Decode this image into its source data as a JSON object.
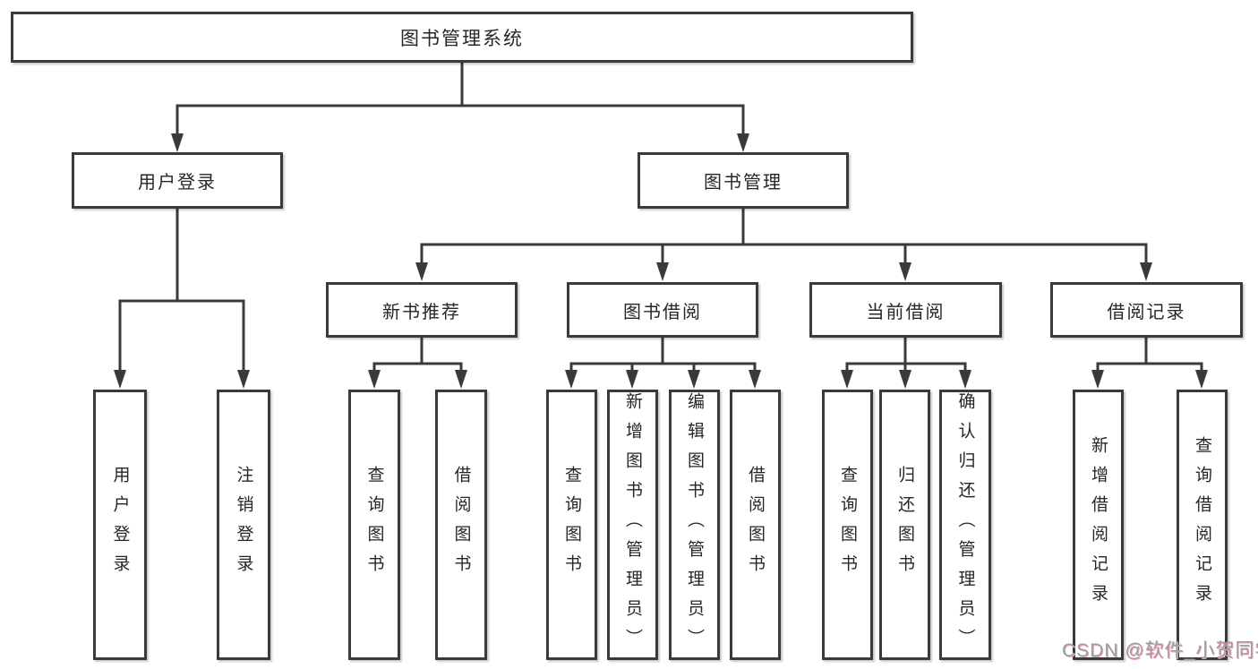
{
  "nodes": {
    "root": "图书管理系统",
    "level2": {
      "user_login": "用户登录",
      "book_mgmt": "图书管理"
    },
    "level3": {
      "new_book_rec": "新书推荐",
      "book_borrow": "图书借阅",
      "current_borrow": "当前借阅",
      "borrow_records": "借阅记录"
    },
    "leaves": {
      "user_login": "用户登录",
      "logout": "注销登录",
      "nb_query": "查询图书",
      "nb_borrow": "借阅图书",
      "bb_query": "查询图书",
      "bb_add": "新增图书（管理员）",
      "bb_edit": "编辑图书（管理员）",
      "bb_borrow": "借阅图书",
      "cb_query": "查询图书",
      "cb_return": "归还图书",
      "cb_confirm": "确认归还（管理员）",
      "br_add": "新增借阅记录",
      "br_query": "查询借阅记录"
    }
  },
  "watermark": "CSDN @软件_小贺同学",
  "colors": {
    "line_color": "#3a3a3a",
    "text_color": "#262626",
    "watermark_color": "#9e9e9e",
    "watermark_accent": "#f2a0b5"
  }
}
